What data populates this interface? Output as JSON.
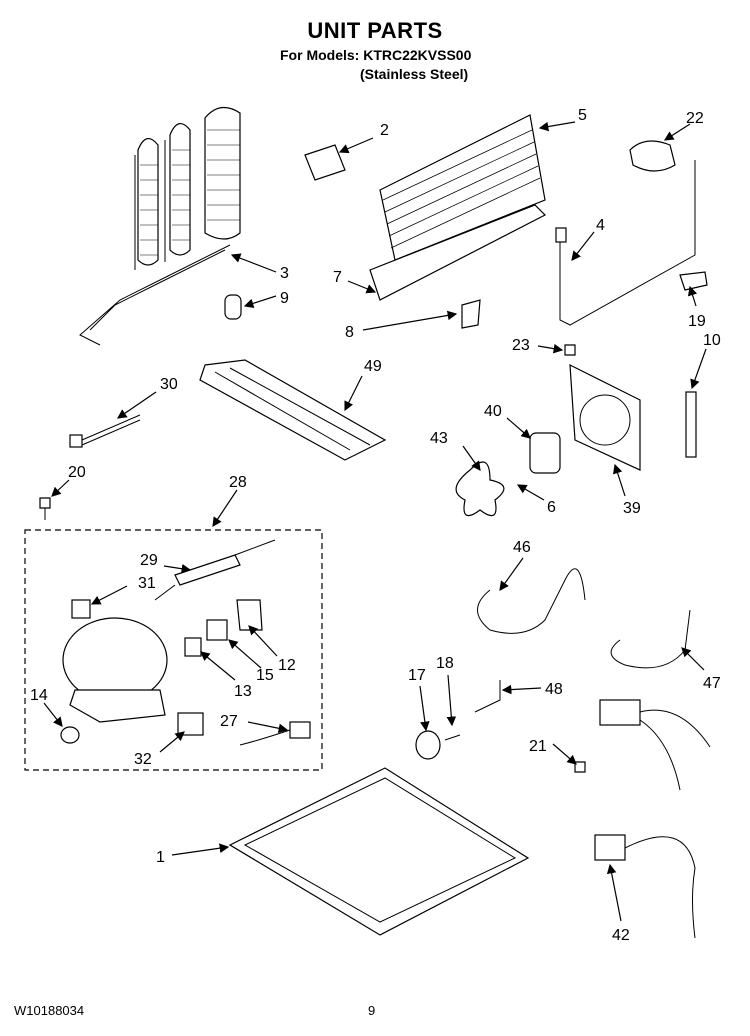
{
  "header": {
    "title": "UNIT PARTS",
    "models_line": "For Models: KTRC22KVSS00",
    "finish_line": "(Stainless Steel)"
  },
  "footer": {
    "doc_number": "W10188034",
    "page_number": "9"
  },
  "callouts": [
    "1",
    "2",
    "3",
    "4",
    "5",
    "6",
    "7",
    "8",
    "9",
    "10",
    "12",
    "13",
    "14",
    "15",
    "17",
    "18",
    "19",
    "20",
    "21",
    "22",
    "23",
    "27",
    "28",
    "29",
    "30",
    "31",
    "32",
    "39",
    "40",
    "42",
    "43",
    "46",
    "47",
    "48",
    "49"
  ]
}
